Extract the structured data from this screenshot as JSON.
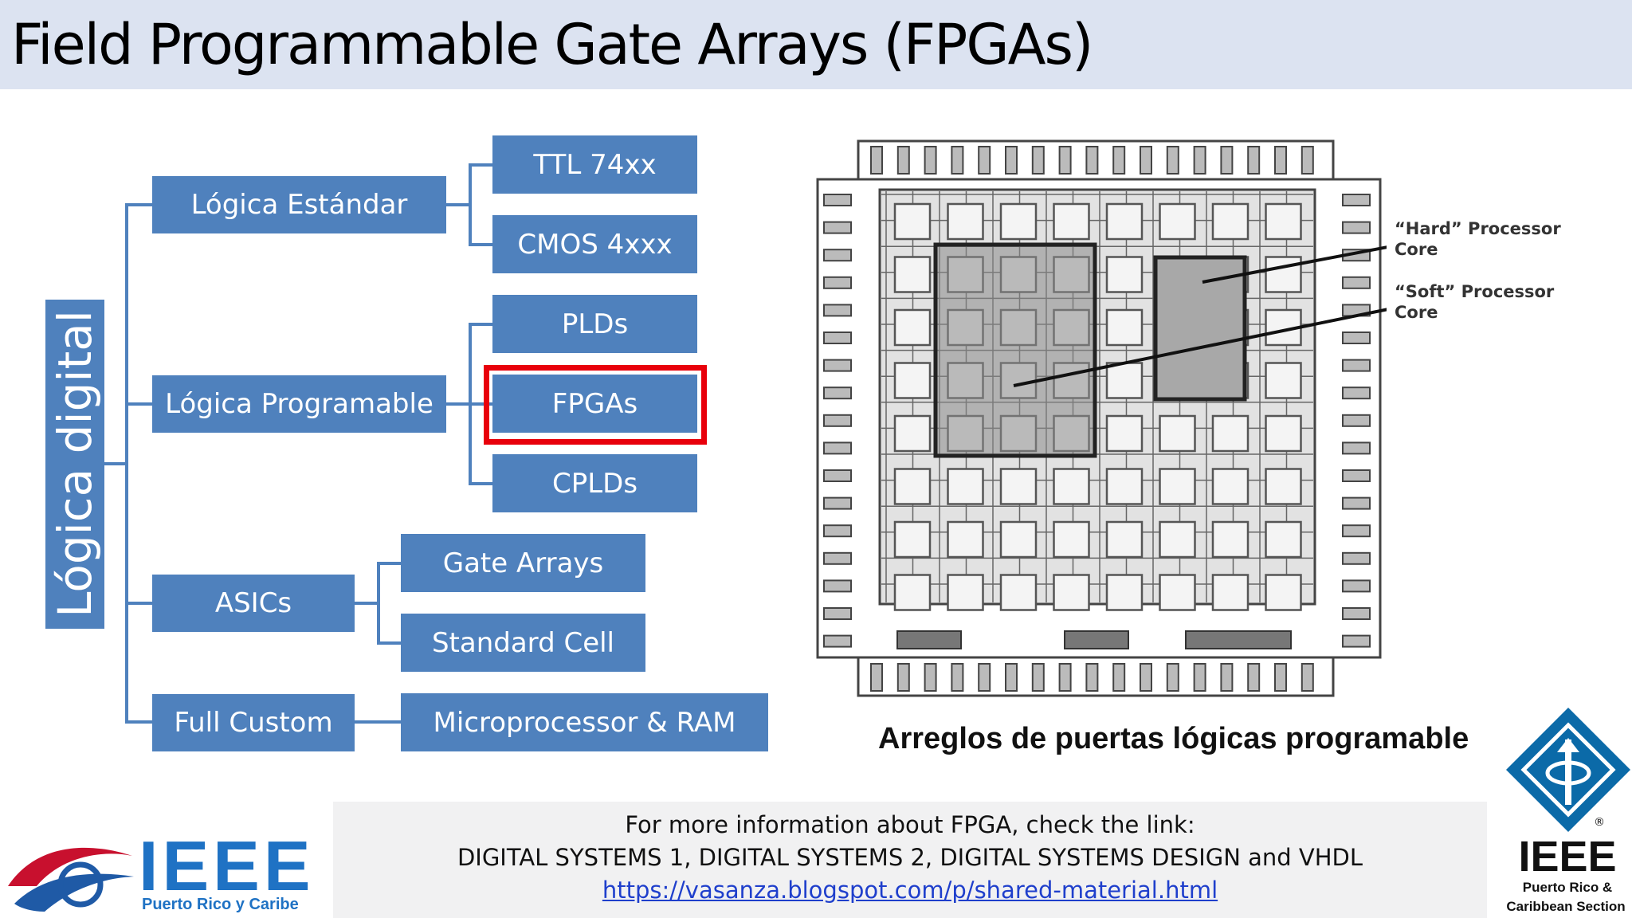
{
  "title": "Field Programmable Gate Arrays (FPGAs)",
  "tree": {
    "root": "Lógica digital",
    "level1": [
      "Lógica Estándar",
      "Lógica Programable",
      "ASICs",
      "Full Custom"
    ],
    "estandar_children": [
      "TTL 74xx",
      "CMOS 4xxx"
    ],
    "programable_children": [
      "PLDs",
      "FPGAs",
      "CPLDs"
    ],
    "asics_children": [
      "Gate Arrays",
      "Standard Cell"
    ],
    "fullcustom_children": [
      "Microprocessor & RAM"
    ],
    "highlighted": "FPGAs",
    "box_color": "#4f81bd",
    "highlight_color": "#e8000b"
  },
  "figure": {
    "annotation_hard": [
      "“Hard” Processor",
      "Core"
    ],
    "annotation_soft": [
      "“Soft” Processor",
      "Core"
    ],
    "caption": "Arreglos de puertas lógicas programable"
  },
  "info": {
    "line1": "For more information about FPGA, check the link:",
    "line2": "DIGITAL SYSTEMS 1, DIGITAL SYSTEMS 2, DIGITAL SYSTEMS DESIGN and VHDL",
    "link": "https://vasanza.blogspot.com/p/shared-material.html"
  },
  "logo_left": {
    "name": "IEEE",
    "subtitle": "Puerto Rico y Caribe"
  },
  "logo_right": {
    "name": "IEEE",
    "line1": "Puerto Rico &",
    "line2": "Caribbean Section"
  }
}
